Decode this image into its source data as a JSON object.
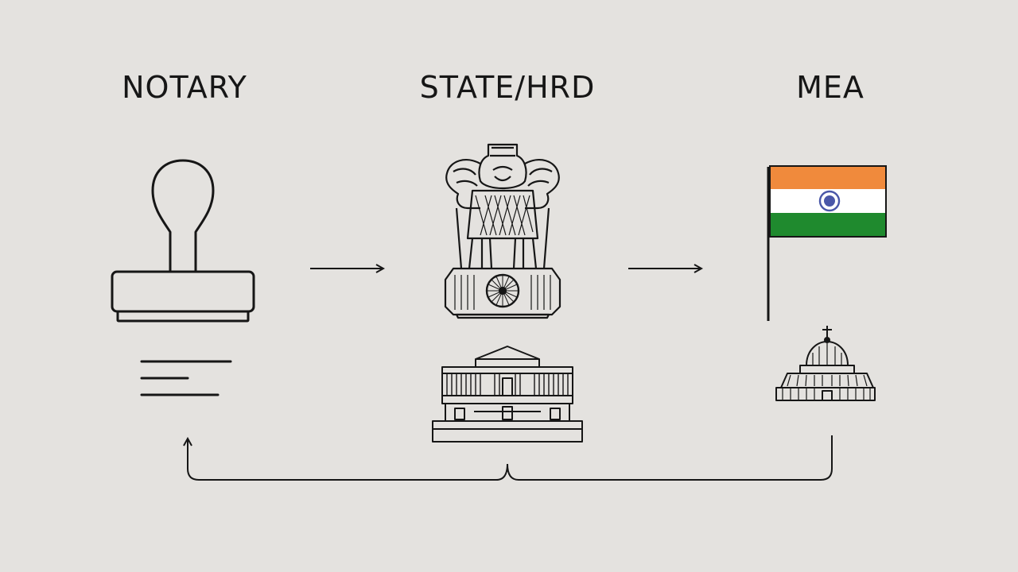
{
  "diagram": {
    "stages": [
      {
        "id": "notary",
        "label": "NOTARY",
        "icon": "rubber-stamp-icon"
      },
      {
        "id": "state-hrd",
        "label": "STATE/HRD",
        "icon": "national-emblem-icon",
        "secondary_icon": "government-building-icon"
      },
      {
        "id": "mea",
        "label": "MEA",
        "icon": "indian-flag-icon",
        "secondary_icon": "domed-building-icon"
      }
    ],
    "connectors": [
      {
        "from": "notary",
        "to": "state-hrd",
        "type": "arrow"
      },
      {
        "from": "state-hrd",
        "to": "mea",
        "type": "arrow"
      },
      {
        "from": "mea",
        "to": "notary",
        "type": "return-bracket-arrow"
      }
    ],
    "colors": {
      "background": "#e4e2df",
      "ink": "#161616",
      "flag_saffron": "#f08a3c",
      "flag_white": "#ffffff",
      "flag_green": "#1f8a2e",
      "chakra_blue": "#4a57a8"
    }
  }
}
